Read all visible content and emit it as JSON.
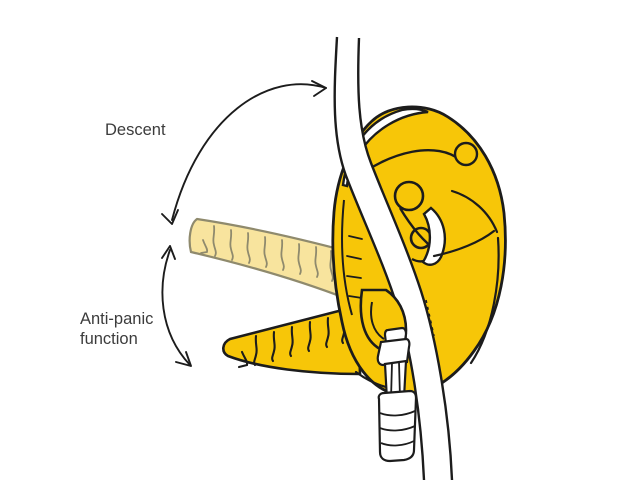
{
  "figure": {
    "type": "technical-illustration",
    "subject": "Descender with rotating handle on a rope, carabiner attached below",
    "labels": {
      "descent": "Descent",
      "anti_panic_line1": "Anti-panic",
      "anti_panic_line2": "function"
    },
    "colors": {
      "background": "#ffffff",
      "device_yellow": "#f7c608",
      "ghost_handle_fill": "#f8e49e",
      "ghost_handle_stroke": "#8f8a6d",
      "outline_black": "#1c1c1c",
      "rope_white": "#ffffff",
      "label_text": "#3c3c3c"
    }
  }
}
